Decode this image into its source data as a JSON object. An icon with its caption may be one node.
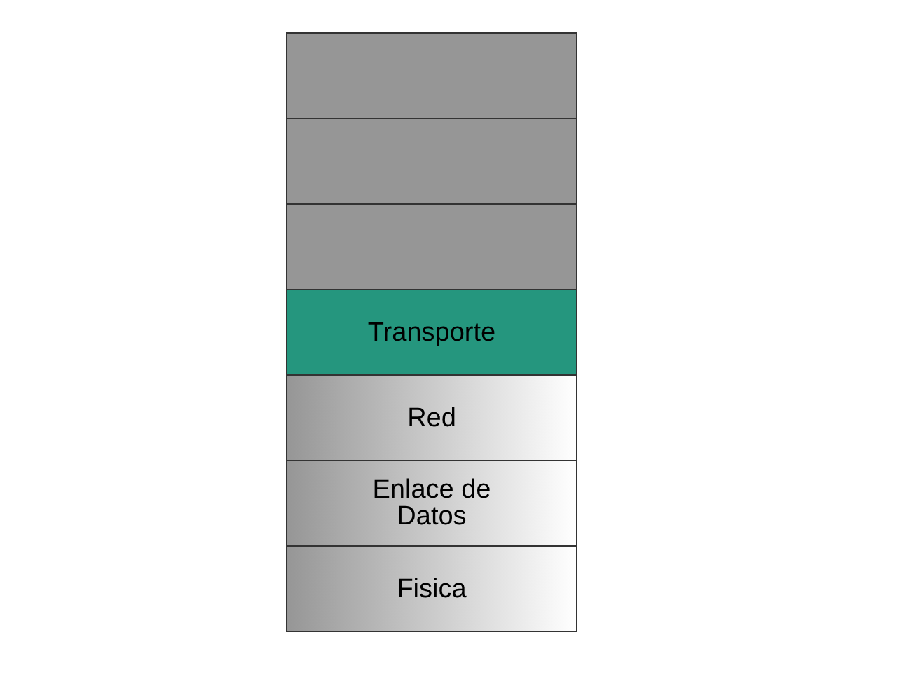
{
  "diagram": {
    "nodes": [
      {
        "text": [],
        "shape": "box"
      },
      {
        "text": [],
        "shape": "box"
      },
      {
        "text": [],
        "shape": "box"
      },
      {
        "text": [
          "Transporte"
        ]
      },
      {
        "text": [
          "Red"
        ]
      },
      {
        "text": [
          "Enlace de Datos"
        ]
      },
      {
        "text": [
          "Fisica"
        ]
      }
    ]
  }
}
